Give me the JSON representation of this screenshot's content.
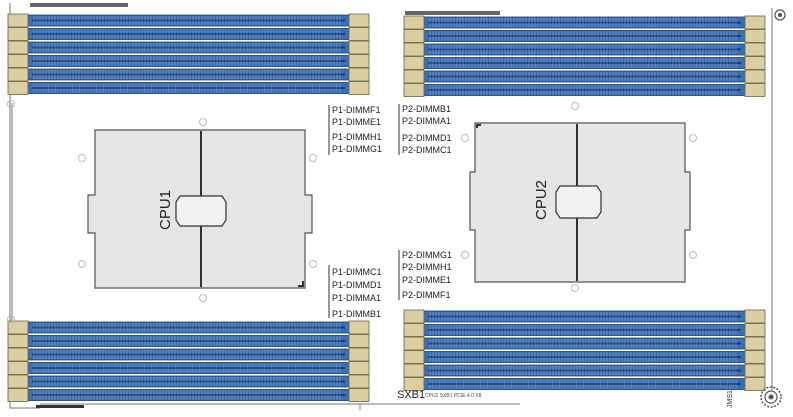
{
  "board": {
    "colors": {
      "outline": "#444444",
      "dimm_blue": "#3a6fb5",
      "dimm_dark": "#1f3c72",
      "latch_tan": "#d9cfa3",
      "cpu_fill": "#e6e6e6",
      "label_text": "#222222"
    },
    "cpu1": {
      "label": "CPU1"
    },
    "cpu2": {
      "label": "CPU2"
    },
    "p1_upper_labels": [
      "P1-DIMMF1",
      "P1-DIMME1",
      "P1-DIMMH1",
      "P1-DIMMG1"
    ],
    "p2_upper_labels": [
      "P2-DIMMB1",
      "P2-DIMMA1",
      "P2-DIMMD1",
      "P2-DIMMC1"
    ],
    "p1_lower_labels": [
      "P1-DIMMC1",
      "P1-DIMMD1",
      "P1-DIMMA1",
      "P1-DIMMB1"
    ],
    "p2_lower_labels": [
      "P2-DIMMG1",
      "P2-DIMMH1",
      "P2-DIMME1",
      "P2-DIMMF1"
    ],
    "sxb": {
      "label": "SXB1",
      "sublabel": "CPU1 SXB1 PCIE 4.0 X8"
    },
    "edge_label": "JMS1",
    "bank_top_left": {
      "slots": 6
    },
    "bank_top_right": {
      "slots": 6
    },
    "bank_bottom_left": {
      "slots": 6
    },
    "bank_bottom_right": {
      "slots": 6
    }
  }
}
